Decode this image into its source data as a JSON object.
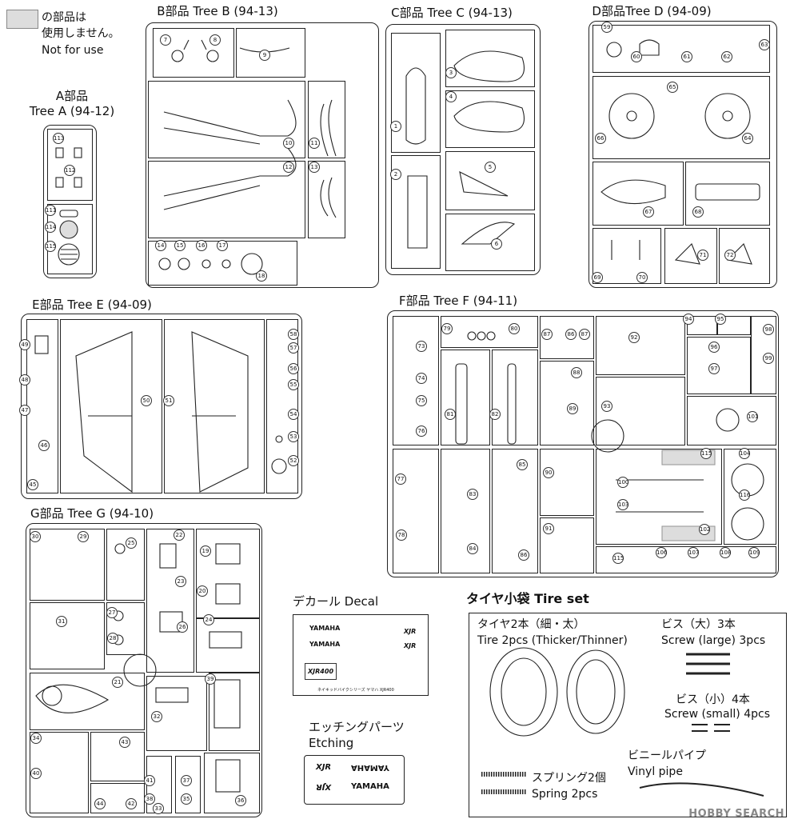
{
  "legend": {
    "line1": "の部品は",
    "line2": "使用しません。",
    "line3": "Not for use"
  },
  "trees": {
    "a": {
      "jp": "A部品",
      "en": "Tree A (94-12)",
      "nums": [
        "113",
        "112",
        "111",
        "114",
        "115"
      ]
    },
    "b": {
      "label": "B部品 Tree B (94-13)",
      "nums": [
        "7",
        "8",
        "9",
        "10",
        "11",
        "12",
        "13",
        "14",
        "15",
        "16",
        "17",
        "18"
      ]
    },
    "c": {
      "label": "C部品 Tree C (94-13)",
      "nums": [
        "1",
        "2",
        "3",
        "4",
        "5",
        "6"
      ]
    },
    "d": {
      "label": "D部品Tree D (94-09)",
      "nums": [
        "59",
        "60",
        "61",
        "62",
        "63",
        "65",
        "66",
        "64",
        "67",
        "68",
        "69",
        "70",
        "71",
        "72"
      ]
    },
    "e": {
      "label": "E部品 Tree E (94-09)",
      "nums": [
        "49",
        "48",
        "47",
        "46",
        "45",
        "50",
        "51",
        "58",
        "57",
        "56",
        "55",
        "54",
        "53",
        "52"
      ]
    },
    "f": {
      "label": "F部品 Tree F (94-11)",
      "nums": [
        "79",
        "80",
        "73",
        "74",
        "75",
        "76",
        "81",
        "82",
        "87",
        "86",
        "87",
        "88",
        "89",
        "92",
        "94",
        "95",
        "98",
        "96",
        "97",
        "99",
        "93",
        "101",
        "77",
        "83",
        "85",
        "90",
        "115",
        "100",
        "78",
        "84",
        "86",
        "91",
        "102",
        "103",
        "104",
        "116",
        "115",
        "106",
        "107",
        "108",
        "109"
      ]
    },
    "g": {
      "label": "G部品 Tree G (94-10)",
      "nums": [
        "30",
        "29",
        "25",
        "22",
        "19",
        "31",
        "23",
        "20",
        "27",
        "28",
        "26",
        "24",
        "21",
        "39",
        "32",
        "34",
        "43",
        "40",
        "44",
        "42",
        "41",
        "38",
        "37",
        "35",
        "36",
        "33"
      ]
    }
  },
  "decal": {
    "title": "デカール Decal",
    "texts": [
      "YAMAHA",
      "YAMAHA",
      "XJR",
      "XJR",
      "XJR400",
      "ネイキッドバイクシリーズ ヤマハ XJR400"
    ]
  },
  "etching": {
    "title1": "エッチングパーツ",
    "title2": "Etching",
    "texts": [
      "XJR",
      "YAMAHA",
      "XJR",
      "YAMAHA"
    ]
  },
  "tireset": {
    "title": "タイヤ小袋 Tire set",
    "tire_jp": "タイヤ2本（細・太）",
    "tire_en": "Tire 2pcs (Thicker/Thinner)",
    "screw_l_jp": "ビス（大）3本",
    "screw_l_en": "Screw (large) 3pcs",
    "screw_s_jp": "ビス（小）4本",
    "screw_s_en": "Screw (small) 4pcs",
    "vinyl_jp": "ビニールパイプ",
    "vinyl_en": "Vinyl pipe",
    "spring_jp": "スプリング2個",
    "spring_en": "Spring 2pcs"
  },
  "watermark": "HOBBY SEARCH"
}
